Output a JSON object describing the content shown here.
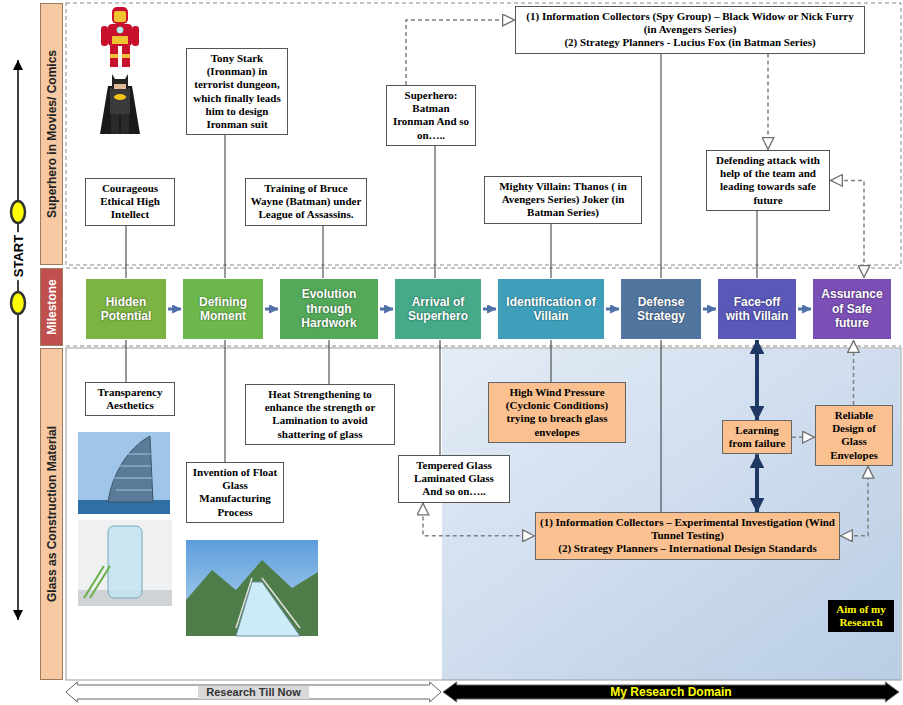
{
  "diagram": {
    "nodes": [
      {
        "text": [
          "Superhero in Movies/ Comics"
        ]
      },
      {
        "text": [
          "Milestone"
        ]
      },
      {
        "text": [
          "Glass as Construction Material"
        ]
      },
      {
        "text": [
          "(1) Information Collectors (Spy Group) – Black Widow or Nick Furry (in Avengers Series)",
          "(2) Strategy Planners - Lucius Fox (in Batman Series)"
        ]
      },
      {
        "text": [
          "Tony Stark (Ironman) in terrorist dungeon, which finally leads him to design Ironman suit"
        ]
      },
      {
        "text": [
          "Superhero: Batman Ironman And so on….."
        ]
      },
      {
        "text": [
          "Defending attack with help of the team and leading towards safe future"
        ]
      },
      {
        "text": [
          "Courageous Ethical High Intellect"
        ]
      },
      {
        "text": [
          "Training of Bruce Wayne (Batman) under League of Assassins."
        ]
      },
      {
        "text": [
          "Mighty Villain: Thanos ( in Avengers Series) Joker (in Batman Series)"
        ]
      },
      {
        "text": [
          "Hidden Potential"
        ]
      },
      {
        "text": [
          "Defining Moment"
        ]
      },
      {
        "text": [
          "Evolution through Hardwork"
        ]
      },
      {
        "text": [
          "Arrival of Superhero"
        ]
      },
      {
        "text": [
          "Identification of Villain"
        ]
      },
      {
        "text": [
          "Defense Strategy"
        ]
      },
      {
        "text": [
          "Face-off with Villain"
        ]
      },
      {
        "text": [
          "Assurance of Safe future"
        ]
      },
      {
        "text": [
          "Transparency Aesthetics"
        ]
      },
      {
        "text": [
          "Heat Strengthening to enhance the strength or Lamination to avoid shattering of glass"
        ]
      },
      {
        "text": [
          "High Wind Pressure (Cyclonic Conditions) trying to breach glass envelopes"
        ]
      },
      {
        "text": [
          "Learning from failure"
        ]
      },
      {
        "text": [
          "Reliable Design of Glass Envelopes"
        ]
      },
      {
        "text": [
          "Tempered Glass Laminated Glass And so on….."
        ]
      },
      {
        "text": [
          "Invention of Float Glass Manufacturing Process"
        ]
      },
      {
        "text": [
          "(1) Information Collectors – Experimental Investigation (Wind Tunnel Testing)",
          "(2) Strategy Planners – International Design Standards"
        ]
      },
      {
        "text": [
          "Aim of my Research"
        ]
      },
      {
        "text": [
          "Research Till Now"
        ]
      },
      {
        "text": [
          "My Research Domain"
        ]
      }
    ],
    "edges": [
      {
        "from": 10,
        "to": 11,
        "arrow": "to"
      },
      {
        "from": 11,
        "to": 12,
        "arrow": "to"
      },
      {
        "from": 12,
        "to": 13,
        "arrow": "to"
      },
      {
        "from": 13,
        "to": 14,
        "arrow": "to"
      },
      {
        "from": 14,
        "to": 15,
        "arrow": "to"
      },
      {
        "from": 15,
        "to": 16,
        "arrow": "to"
      },
      {
        "from": 16,
        "to": 17,
        "arrow": "to"
      },
      {
        "from": 10,
        "to": 7,
        "arrow": "none"
      },
      {
        "from": 10,
        "to": 18,
        "arrow": "none"
      },
      {
        "from": 11,
        "to": 4,
        "arrow": "none"
      },
      {
        "from": 11,
        "to": 24,
        "arrow": "none"
      },
      {
        "from": 12,
        "to": 8,
        "arrow": "none"
      },
      {
        "from": 12,
        "to": 19,
        "arrow": "none"
      },
      {
        "from": 13,
        "to": 5,
        "arrow": "none"
      },
      {
        "from": 13,
        "to": 23,
        "arrow": "none"
      },
      {
        "from": 14,
        "to": 9,
        "arrow": "none"
      },
      {
        "from": 14,
        "to": 20,
        "arrow": "none"
      },
      {
        "from": 15,
        "to": 3,
        "arrow": "none"
      },
      {
        "from": 15,
        "to": 25,
        "arrow": "none"
      },
      {
        "from": 16,
        "to": 6,
        "arrow": "none"
      },
      {
        "from": 16,
        "to": 21,
        "arrow": "both"
      },
      {
        "from": 21,
        "to": 25,
        "arrow": "both"
      },
      {
        "from": 5,
        "to": 3,
        "arrow": "to"
      },
      {
        "from": 23,
        "to": 25,
        "arrow": "both"
      },
      {
        "from": 3,
        "to": 6,
        "arrow": "to"
      },
      {
        "from": 6,
        "to": 17,
        "arrow": "both"
      },
      {
        "from": 21,
        "to": 22,
        "arrow": "to"
      },
      {
        "from": 22,
        "to": 17,
        "arrow": "to"
      },
      {
        "from": 25,
        "to": 22,
        "arrow": "both"
      }
    ],
    "labels": [
      "START"
    ]
  }
}
